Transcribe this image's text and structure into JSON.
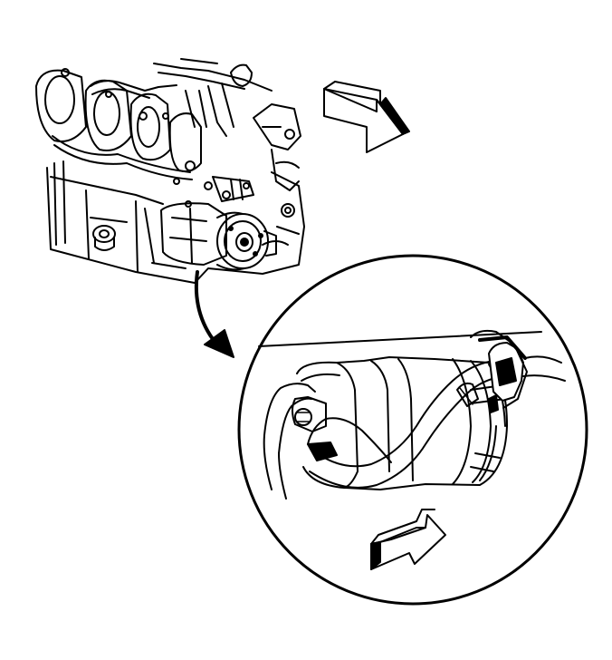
{
  "figure": {
    "callout_label": "",
    "colors": {
      "line": "#000000",
      "background": "#ffffff",
      "fill_dark": "#000000",
      "fill_light": "#ffffff"
    },
    "components": [
      "engine-assembly",
      "exhaust-manifold",
      "ac-compressor",
      "compressor-pulley",
      "detail-circle",
      "compressor-body-detail",
      "hose-assembly",
      "view-direction-arrow-upper",
      "view-direction-arrow-lower",
      "callout-arrow"
    ]
  }
}
